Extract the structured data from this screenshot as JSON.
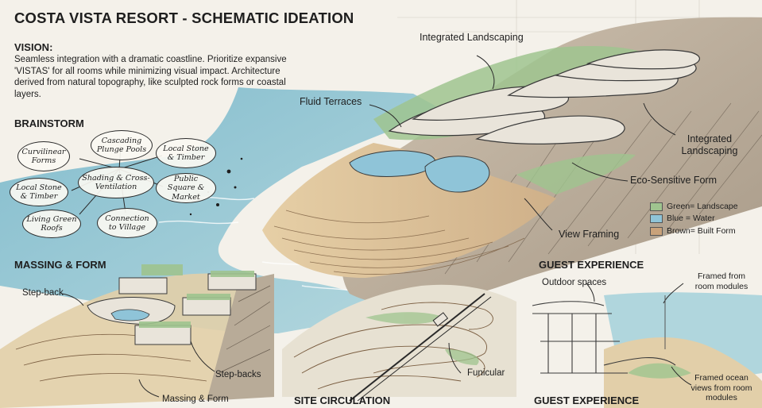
{
  "title": "COSTA VISTA RESORT - SCHEMATIC IDEATION",
  "vision": {
    "heading": "VISION:",
    "body": "Seamless integration with a dramatic coastline. Prioritize expansive 'VISTAS' for all rooms while minimizing visual impact. Architecture derived from natural topography, like sculpted rock forms or coastal layers."
  },
  "brainstorm": {
    "heading": "BRAINSTORM",
    "bubbles": [
      "Cascading Plunge Pools",
      "Curvilinear Forms",
      "Local Stone & Timber",
      "Shading & Cross-Ventilation",
      "Local Stone & Timber",
      "Public Square & Market",
      "Living Green Roofs",
      "Connection to Village"
    ]
  },
  "main_annotations": {
    "integrated_landscaping_top": "Integrated Landscaping",
    "fluid_terraces": "Fluid Terraces",
    "integrated_landscaping_right": "Integrated Landscaping",
    "eco_sensitive_form": "Eco-Sensitive Form",
    "view_framing": "View Framing"
  },
  "legend": {
    "green": "Green= Landscape",
    "blue": "Blue = Water",
    "brown": "Brown= Built Form",
    "colors": {
      "green": "#9fc48f",
      "blue": "#8fc4d8",
      "brown": "#c9a27a"
    }
  },
  "massing": {
    "heading": "MASSING & FORM",
    "step_back": "Step-back",
    "step_backs": "Step-backs",
    "caption": "Massing & Form"
  },
  "site_circulation": {
    "caption": "SITE CIRCULATION",
    "funicular": "Funicular"
  },
  "guest_experience": {
    "heading": "GUEST EXPERIENCE",
    "outdoor_spaces": "Outdoor spaces",
    "framed_from": "Framed from room modules",
    "framed_ocean": "Framed ocean views from room modules",
    "caption": "GUEST EXPERIENCE"
  }
}
